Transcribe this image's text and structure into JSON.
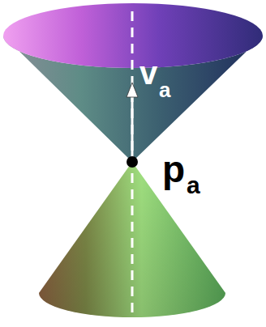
{
  "diagram": {
    "labels": [
      "v",
      "a",
      "p",
      "a"
    ]
  }
}
